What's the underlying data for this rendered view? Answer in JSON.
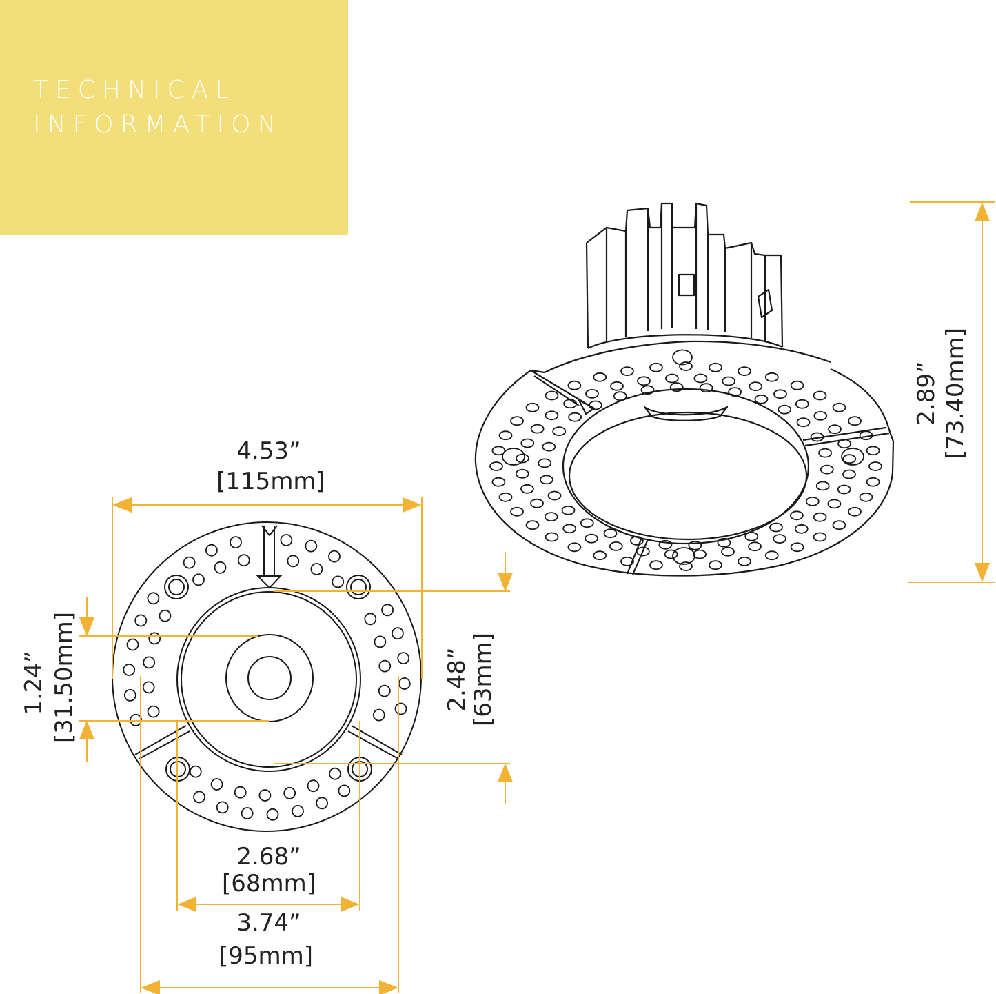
{
  "colors": {
    "banner": "#f3df7a",
    "dimension_line": "#f2b233",
    "drawing_line": "#1a1a1a"
  },
  "banner": {
    "line1": "TECHNICAL",
    "line2": "INFORMATION"
  },
  "dimensions": {
    "overall_width": {
      "inch": "4.53”",
      "mm": "[115mm]"
    },
    "inner_offset": {
      "inch": "1.24”",
      "mm": "[31.50mm]"
    },
    "aperture_height": {
      "inch": "2.48”",
      "mm": "[63mm]"
    },
    "cutout_68": {
      "inch": "2.68”",
      "mm": "[68mm]"
    },
    "cutout_95": {
      "inch": "3.74”",
      "mm": "[95mm]"
    },
    "total_height": {
      "inch": "2.89”",
      "mm": "[73.40mm]"
    }
  }
}
